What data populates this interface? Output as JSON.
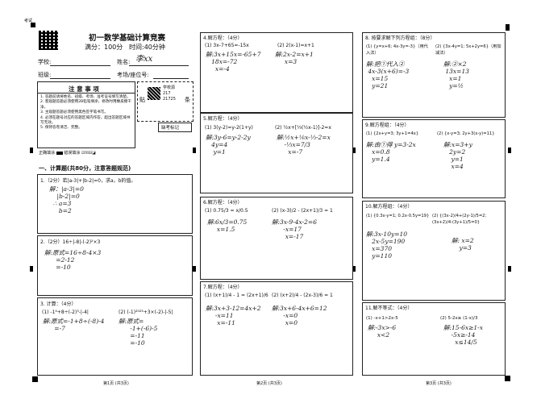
{
  "header": {
    "title": "初一数学基础计算竞赛",
    "score": "满分：100分",
    "time": "时间:40分钟",
    "school_label": "学校:",
    "class_label": "班级:",
    "name_label": "姓名:",
    "name_value": "李xx",
    "exam_no_label": "考场/座位号:",
    "corner_mark": "考试"
  },
  "notice": {
    "title": "注 意 事 项",
    "items": [
      "1. 答题前请将姓名、班级、考场、准考证号填写清楚。",
      "2. 客观题答题必须使用2B铅笔填涂，修改时用橡皮擦干净。",
      "3. 主观题答题必须使用黑色签字笔书写。",
      "4. 必须在题号对应的答题区域内作答，超出答题区域书写无效。",
      "5. 保持答卷清洁、完整。"
    ],
    "fill_label": "正确填涂",
    "wrong_label": "错误填涂",
    "absent_label": "缺考标记",
    "sticker_left": "贴",
    "sticker_right": "条",
    "code1": "学校源",
    "code2": "217",
    "code3": "21725"
  },
  "section1_title": "一、计算题(共80分，注意答题规范)",
  "questions": [
    {
      "label": "1.（2分）若|a-3|+|b-2|=0，求a，b的值。",
      "work": "解：|a-3|=0\n    |b-2|=0\n  ∴ a=3\n     b=2"
    },
    {
      "label": "2.（2分）16÷|-8|-(-2)²×3",
      "work": "解:原式=16÷8-4×3\n      =2-12\n      =-10"
    },
    {
      "label": "3. 计算：（4分）",
      "sub1": "(1) -1⁴+8÷(-2)³-|-4|",
      "sub2": "(2) (-1)²⁰²³+3×(-2)-|-5|",
      "work1": "解:原式=-1+8÷(-8)-4\n      =-7",
      "work2": "解:原式=\n      -1+(-6)-5\n      =-11\n      =-10"
    },
    {
      "label": "4.解方程：（4分）",
      "sub1": "(1) 3x-7+65=-15x",
      "sub2": "(2) 2(x-1)=x+1",
      "work1": "解:3x+15x=-65+7\n   18x=-72\n     x=-4",
      "work2": "解:2x-2=x+1\n     x=3"
    },
    {
      "label": "5.解方程：（4分）",
      "sub1": "(1) 3(y-2)=y-2(1+y)",
      "sub2": "(2) ½x+[⅓(½x-1)]-2=x",
      "work1": "解:3y-6=y-2-2y\n   4y=4\n    y=1",
      "work2": "解:½x+⅙x-⅓-2=x\n    -⅓x=7/3\n      x=-7"
    },
    {
      "label": "6.解方程：（4分）",
      "sub1": "(1) 0.75/3 = x/0.5",
      "sub2": "(2) (x-3)/2 - (2x+1)/3 = 1",
      "work1": "解:6x/3=0.75\n     x=1.5",
      "work2": "解:3x-9-4x-2=6\n      -x=17\n       x=-17"
    },
    {
      "label": "7.解方程：（4分）",
      "sub1": "(1) (x+1)/4 - 1 = (2x+1)/6",
      "sub2": "(2) (x+2)/4 - (2x-3)/6 = 1",
      "work1": "解:3x+3-12=4x+2\n     -x=11\n      x=-11",
      "work2": "解:3x+6-4x+6=12\n      -x=0\n       x=0"
    },
    {
      "label": "8. 按要求解下列方程组：（8分）",
      "sub1": "(1) {y=x+6; 4x-3y=-3}（用代入法）",
      "sub2": "(2) {3x-4y=1; 5x+2y=6}（用加减法）",
      "work1": "解:把①代入②\n 4x-3(x+6)=-3\n   x=15\n   y=21",
      "work2": "解:②×2\n 13x=13\n   x=1\n   y=½"
    },
    {
      "label": "9.解方程组：（4分）",
      "sub1": "(1) {2x+y=3; 3y+1=4x}",
      "sub2": "(2) {x-y=3; 2y+3(x-y)=11}",
      "work1": "解:由①得 y=3-2x\n   x=0.8\n   y=1.4",
      "work2": "解:x=3+y\n   2y=2\n    y=1\n    x=4"
    },
    {
      "label": "10.解方程组：（4分）",
      "sub1": "(1) {0.3x-y=1; 0.2x-0.5y=19}",
      "sub2": "(2) {(3x-2)/4+(2y-1)/5=2; (3x+2)/4-(3y+1)/5=0}",
      "work1": "解:3x-10y=10\n   2x-5y=190\n   x=370\n   y=110",
      "work2": "解: x=2\n    y=3"
    },
    {
      "label": "11.解不等式：（4分）",
      "sub1": "(1) -x+1>2x-5",
      "sub2": "(2) 5-2x≥ (1-x)/3",
      "work1": "解:-3x>-6\n     x<2",
      "work2": "解:15-6x≥1-x\n    -5x≥-14\n      x≤14/5"
    }
  ],
  "footers": [
    "第1页 (共3页)",
    "第2页 (共3页)",
    "第3页 (共3页)"
  ]
}
